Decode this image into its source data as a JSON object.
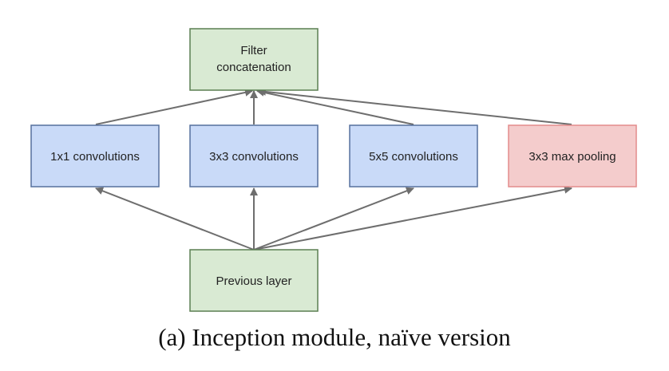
{
  "nodes": {
    "filter_concat": {
      "lines": [
        "Filter",
        "concatenation"
      ]
    },
    "conv1x1": {
      "label": "1x1 convolutions"
    },
    "conv3x3": {
      "label": "3x3 convolutions"
    },
    "conv5x5": {
      "label": "5x5 convolutions"
    },
    "maxpool": {
      "label": "3x3 max pooling"
    },
    "previous": {
      "label": "Previous layer"
    }
  },
  "caption": "(a) Inception module, naïve version"
}
